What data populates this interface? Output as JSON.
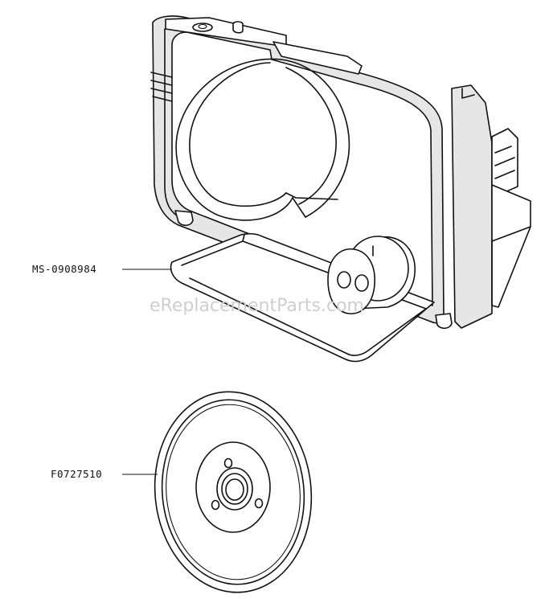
{
  "diagram": {
    "watermark": "eReplacementParts.com",
    "parts": [
      {
        "part_number": "MS-0908984",
        "component": "slicer-body"
      },
      {
        "part_number": "F0727510",
        "component": "cutting-blade"
      }
    ]
  }
}
